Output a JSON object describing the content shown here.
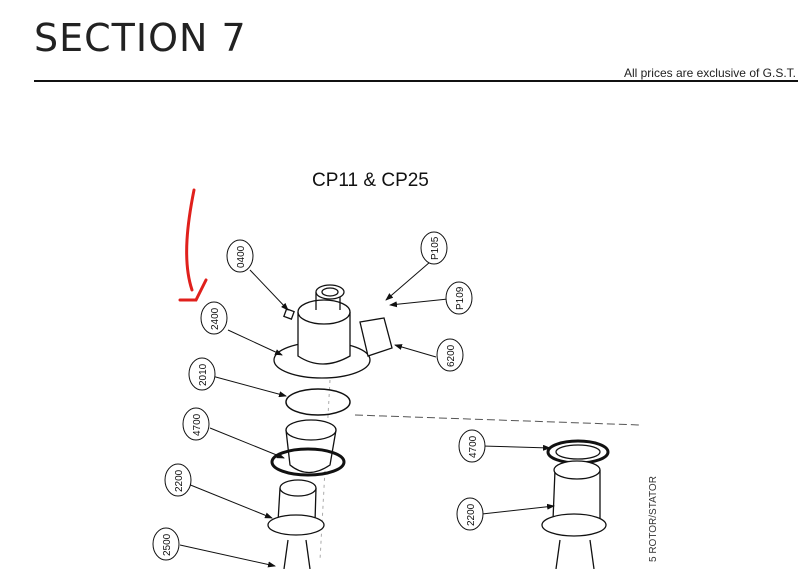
{
  "header": {
    "section_title": "SECTION 7",
    "price_note": "All prices are exclusive of G.S.T."
  },
  "diagram": {
    "title": "CP11 & CP25",
    "side_note": "5 ROTOR/STATOR",
    "callouts": [
      "0400",
      "2400",
      "2010",
      "4700",
      "2200",
      "2500",
      "P105",
      "P109",
      "6200",
      "4700",
      "2200"
    ],
    "annotation_arrow_color": "#e0201c"
  }
}
